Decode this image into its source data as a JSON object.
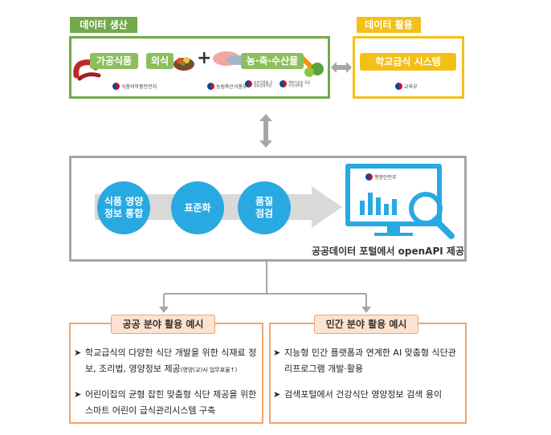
{
  "production": {
    "tag": "데이터 생산",
    "processed_food": "가공식품",
    "eating_out": "외식",
    "plus": "+",
    "agri": "농·축·수산물",
    "orgs": [
      "식품의약품안전처",
      "농림축산식품부",
      "농촌진흥청 국립농업과학원",
      "해양수산부 국립수산과학원"
    ]
  },
  "usage": {
    "tag": "데이터 활용",
    "school_meal": "학교급식 시스템",
    "org": "교육부"
  },
  "process": {
    "steps": [
      "식품 영양정보 통합",
      "표준화",
      "품질 점검"
    ],
    "portal_org": "행정안전부",
    "caption": "공공데이터 포털에서 openAPI 제공"
  },
  "public_use": {
    "title": "공공 분야 활용 예시",
    "items": [
      {
        "marker": "➤",
        "text": "학교급식의 다양한 식단 개발을 위한 식재료 정보, 조리법, 영양정보 제공",
        "note": "(영양(교)사 업무효율↑)"
      },
      {
        "marker": "➤",
        "text": "어린이집의 균형 잡힌 맞춤형 식단 제공을 위한 스마트 어린이 급식관리시스템 구축",
        "note": ""
      }
    ]
  },
  "private_use": {
    "title": "민간 분야 활용 예시",
    "items": [
      {
        "marker": "➤",
        "text": "지능형 민간 플랫폼과 연계한 AI 맞춤형 식단관리프로그램 개발·활용"
      },
      {
        "marker": "➤",
        "text": "검색포털에서 건강식단 영양정보 검색 용이"
      }
    ]
  },
  "colors": {
    "green": "#72a94c",
    "yellow": "#f4c018",
    "blue": "#29a9e1",
    "orange": "#f2a56d",
    "gray": "#a6a6a6"
  }
}
